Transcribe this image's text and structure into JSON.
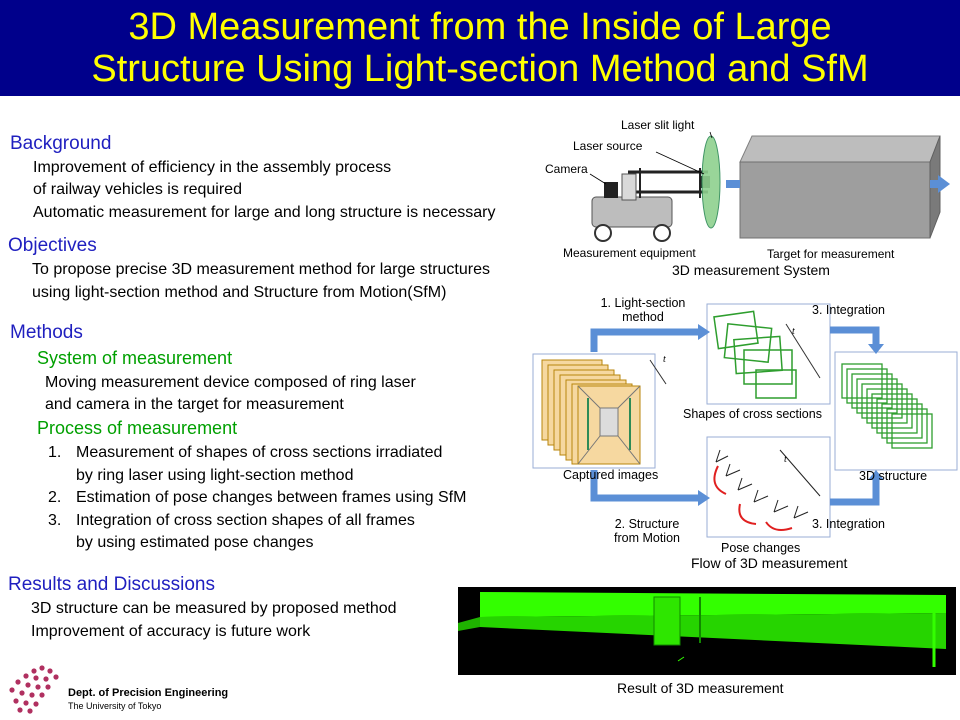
{
  "title": {
    "line1": "3D Measurement from the Inside of Large",
    "line2": "Structure Using Light-section Method and SfM"
  },
  "background": {
    "heading": "Background",
    "line1": "Improvement of efficiency in the assembly process",
    "line2": "of railway vehicles is required",
    "line3": "Automatic measurement for large and long structure is  necessary"
  },
  "objectives": {
    "heading": "Objectives",
    "line1": "To propose precise 3D measurement method for large structures",
    "line2": "using light-section method and Structure from Motion(SfM)"
  },
  "methods": {
    "heading": "Methods",
    "system_heading": "System of measurement",
    "system_line1": "Moving measurement device composed of ring laser",
    "system_line2": "and camera in the target for measurement",
    "process_heading": "Process of measurement",
    "steps": [
      {
        "num": "1.",
        "line1": "Measurement of shapes of cross sections irradiated",
        "line2": "by ring laser using light-section method"
      },
      {
        "num": "2.",
        "line1": "Estimation of pose changes between frames using SfM",
        "line2": ""
      },
      {
        "num": "3.",
        "line1": "Integration of cross section shapes of all frames",
        "line2": "by using estimated pose changes"
      }
    ]
  },
  "results": {
    "heading": "Results and Discussions",
    "line1": "3D structure can be measured by proposed method",
    "line2": "Improvement of accuracy is future work"
  },
  "system_figure": {
    "laser_slit_light": "Laser slit light",
    "laser_source": "Laser source",
    "camera": "Camera",
    "measurement_equipment": "Measurement equipment",
    "target": "Target for measurement",
    "caption": "3D measurement System"
  },
  "flow_figure": {
    "step1_line1": "1. Light-section",
    "step1_line2": "method",
    "step2_line1": "2. Structure",
    "step2_line2": "from Motion",
    "integration": "3. Integration",
    "shapes_label": "Shapes of cross sections",
    "captured_label": "Captured images",
    "structure_label": "3D structure",
    "pose_label": "Pose changes",
    "time_symbol": "t",
    "caption": "Flow of 3D measurement"
  },
  "result_figure": {
    "caption": "Result of 3D measurement"
  },
  "logo": {
    "dept": "Dept. of Precision Engineering",
    "univ": "The University of Tokyo"
  },
  "colors": {
    "title_bg": "#00008b",
    "title_text": "#ffff00",
    "heading_blue": "#1f1fbf",
    "subheading_green": "#00a000",
    "arrow_blue": "#5b8fd6",
    "laser_green": "#8fd18f",
    "point_cloud_green": "#33ff00"
  }
}
